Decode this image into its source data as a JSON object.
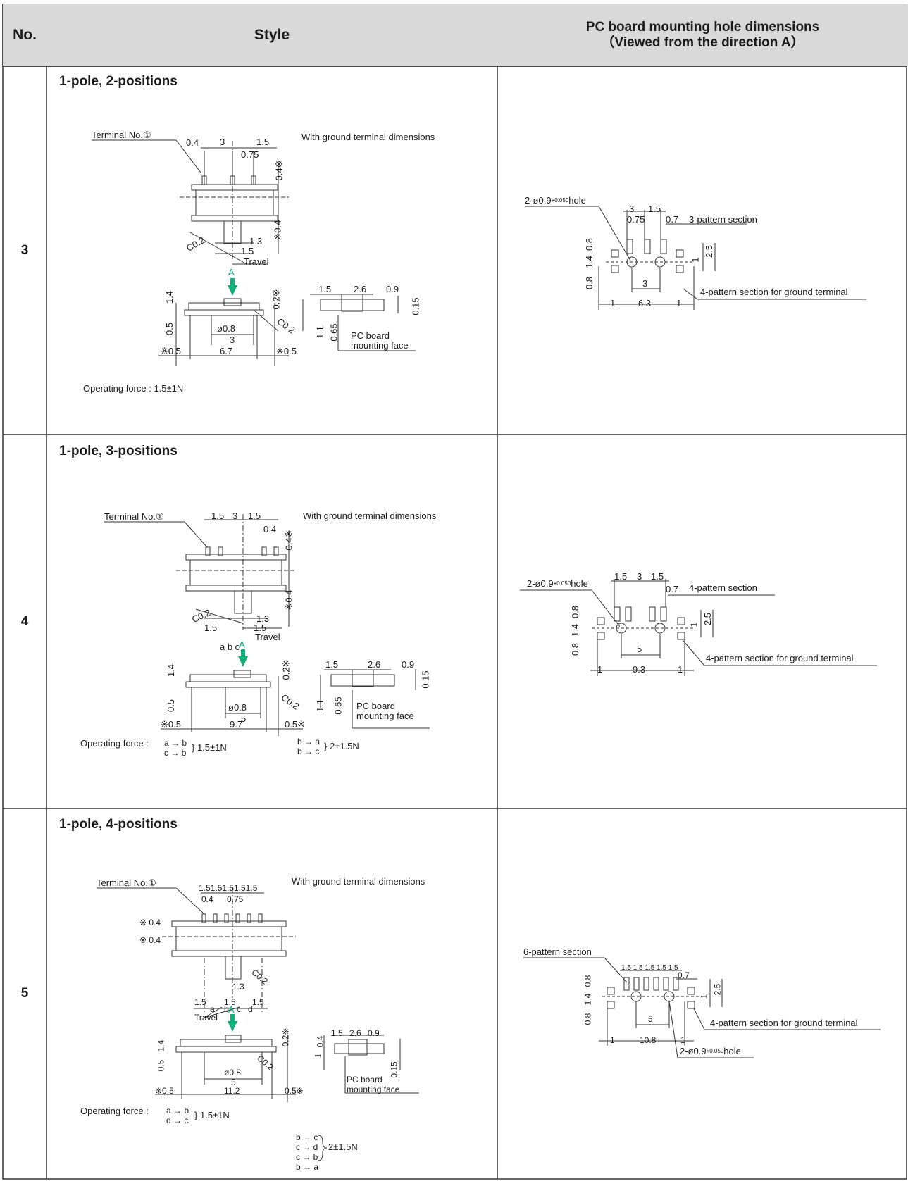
{
  "header": {
    "no": "No.",
    "style": "Style",
    "pcb_line1": "PC board mounting hole dimensions",
    "pcb_line2": "（Viewed from the direction A）"
  },
  "rows": [
    {
      "no": "3",
      "title": "1-pole, 2-positions",
      "style": {
        "terminal_label": "Terminal No.①",
        "ground_note": "With ground terminal dimensions",
        "dims_top": [
          "0.4",
          "3",
          "1.5",
          "0.75",
          "0.4※"
        ],
        "dims_mid": [
          "C0.2",
          "1.3",
          "1.5",
          "※0.4"
        ],
        "travel": "Travel",
        "arrow_label": "A",
        "dims_side": [
          "1.4",
          "0.2※",
          "0.5",
          "ø0.8",
          "C0.2",
          "3",
          "※0.5",
          "6.7",
          "※0.5"
        ],
        "dims_end": [
          "1.5",
          "2.6",
          "0.9",
          "0.15",
          "1.1",
          "0.65"
        ],
        "mount_face": [
          "PC board",
          "mounting  face"
        ],
        "operating_force": "Operating  force  :  1.5±1N"
      },
      "pcb": {
        "hole": "2-ø0.9",
        "hole_tol": "+0.05",
        "hole_tol2": "0",
        "hole_suffix": "hole",
        "dims": [
          "3",
          "1.5",
          "0.75",
          "0.7",
          "0.8",
          "1.4",
          "0.8",
          "2.5",
          "1",
          "3",
          "1",
          "6.3",
          "1"
        ],
        "pattern": "3-pattern section",
        "ground": "4-pattern section for ground terminal"
      }
    },
    {
      "no": "4",
      "title": "1-pole, 3-positions",
      "style": {
        "terminal_label": "Terminal No.①",
        "ground_note": "With ground terminal dimensions",
        "dims_top": [
          "1.5",
          "3",
          "1.5",
          "0.4",
          "0.4※"
        ],
        "dims_mid": [
          "C0.2",
          "1.3",
          "1.5",
          "1.5",
          "※0.4"
        ],
        "travel": "Travel",
        "positions": "a   b   c",
        "arrow_label": "A",
        "dims_side": [
          "1.4",
          "0.2※",
          "0.5",
          "ø0.8",
          "C0.2",
          "5",
          "※0.5",
          "9.7",
          "0.5※"
        ],
        "dims_end": [
          "1.5",
          "2.6",
          "0.9",
          "0.15",
          "1.1",
          "0.65"
        ],
        "mount_face": [
          "PC board",
          "mounting  face"
        ],
        "force_label": "Operating  force : ",
        "force_a": [
          "a → b",
          "c → b"
        ],
        "force_a_value": "} 1.5±1N",
        "force_b": [
          "b → a",
          "b → c"
        ],
        "force_b_value": "} 2±1.5N"
      },
      "pcb": {
        "hole": "2-ø0.9",
        "hole_tol": "+0.05",
        "hole_tol2": "0",
        "hole_suffix": "hole",
        "dims": [
          "1.5",
          "3",
          "1.5",
          "0.7",
          "0.8",
          "1.4",
          "0.8",
          "2.5",
          "1",
          "5",
          "1",
          "9.3",
          "1"
        ],
        "pattern": "4-pattern  section",
        "ground": "4-pattern section for ground terminal"
      }
    },
    {
      "no": "5",
      "title": "1-pole, 4-positions",
      "style": {
        "terminal_label": "Terminal No.①",
        "ground_note": "With ground terminal dimensions",
        "dims_top": [
          "1.51.51.51.51.5",
          "0.4",
          "0.75"
        ],
        "dims_mid": [
          "※ 0.4",
          "※ 0.4",
          "1.3",
          "C0.2",
          "1.5",
          "1.5",
          "1.5"
        ],
        "positions": [
          "a",
          "b",
          "c",
          "d"
        ],
        "travel": "Travel",
        "arrow_label": "A",
        "dims_side": [
          "1.4",
          "0.5",
          "ø0.8",
          "C0.2",
          "5",
          "※0.5",
          "11.2",
          "0.5※",
          "0.2※"
        ],
        "dims_end": [
          "0.4",
          "1.5",
          "2.6",
          "0.9",
          "1",
          "0.15"
        ],
        "mount_face": [
          "PC board",
          "mounting  face"
        ],
        "force_label": "Operating  force  : ",
        "force_a": [
          "a → b",
          "d → c"
        ],
        "force_a_value": "} 1.5±1N",
        "force_b": [
          "b → c",
          "c → d",
          "c → b",
          "b → a"
        ],
        "force_b_value": "2±1.5N"
      },
      "pcb": {
        "pattern": "6-pattern  section",
        "dims": [
          "1.5 1.5 1.5 1.5 1.5",
          "0.7",
          "0.8",
          "1.4",
          "0.8",
          "2.5",
          "1",
          "5",
          "1",
          "10.8",
          "1"
        ],
        "ground": "4-pattern section for ground terminal",
        "hole": "2-ø0.9",
        "hole_tol": "+0.05",
        "hole_tol2": "0",
        "hole_suffix": "hole"
      }
    }
  ]
}
